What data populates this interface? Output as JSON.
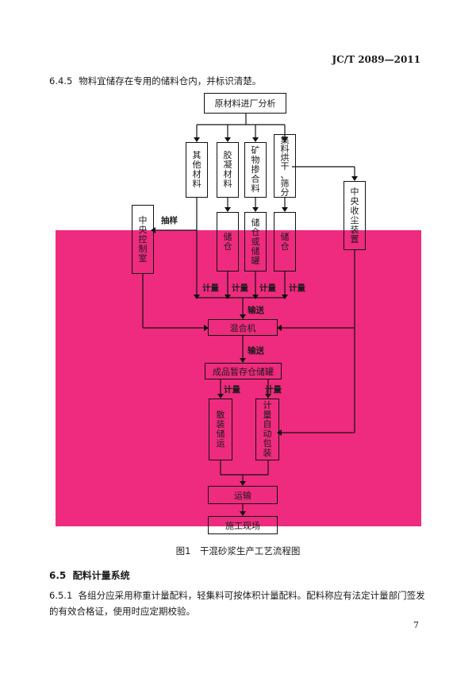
{
  "header": {
    "standard": "JC/T 2089—2011"
  },
  "clause_6_4_5": {
    "number": "6.4.5",
    "text": "物料宜储存在专用的储料仓内，并标识清楚。"
  },
  "diagram": {
    "raw_analysis": "原材料进厂分析",
    "other_materials": [
      "其",
      "他",
      "材",
      "料"
    ],
    "gelling_materials": [
      "胶",
      "凝",
      "材",
      "料"
    ],
    "mineral_admixture": [
      "矿",
      "物",
      "掺",
      "合",
      "料"
    ],
    "aggregate_dry_sieve": [
      "集",
      "料",
      "烘",
      "干",
      "、",
      "筛",
      "分"
    ],
    "central_dust": [
      "中",
      "央",
      "收",
      "尘",
      "装",
      "置"
    ],
    "central_control": [
      "中",
      "央",
      "控",
      "制",
      "室"
    ],
    "sampling": "抽样",
    "storage1": [
      "储",
      "仓"
    ],
    "storage2": [
      "储",
      "仓",
      "或",
      "储",
      "罐"
    ],
    "storage3": [
      "储",
      "仓"
    ],
    "metering": "计量",
    "conveying": "输送",
    "mixer": "混合机",
    "finished_storage": "成品暂存仓储罐",
    "bulk_storage": [
      "散",
      "装",
      "储",
      "运"
    ],
    "auto_packing": [
      "计",
      "量",
      "自",
      "动",
      "包",
      "装"
    ],
    "transport": "运输",
    "site": "施工现场"
  },
  "figure_caption": "图1　干混砂浆生产工艺流程图",
  "section_6_5": {
    "number": "6.5",
    "title": "配料计量系统"
  },
  "clause_6_5_1": {
    "number": "6.5.1",
    "text": "各组分应采用称重计量配料，轻集料可按体积计量配料。配料称应有法定计量部门签发的有效合格证，使用时应定期校验。"
  },
  "page_number": "7",
  "colors": {
    "highlight": "#ee2b7e",
    "line": "#111111"
  }
}
